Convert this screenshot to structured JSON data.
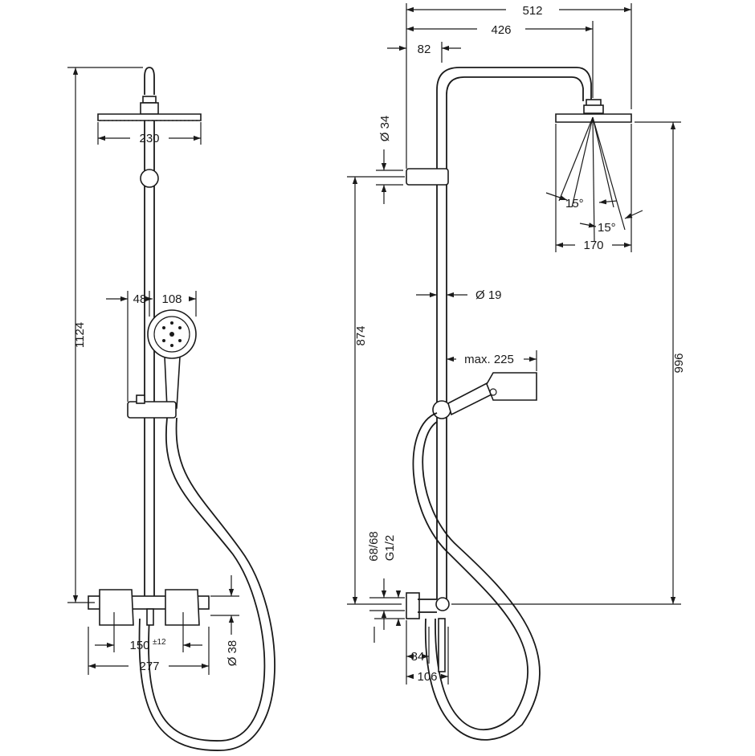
{
  "front_view": {
    "dims": {
      "total_height": "1124",
      "head_diameter": "230",
      "holder_offset": "48",
      "handshower_head": "108",
      "spacing": "150",
      "spacing_tolerance": "±12",
      "mixer_width": "277",
      "outlet": "Ø 38"
    }
  },
  "side_view": {
    "dims": {
      "arm_total": "512",
      "arm_reach": "426",
      "wall_clearance": "82",
      "holder_diameter": "Ø 34",
      "riser_height": "874",
      "riser_diameter": "Ø 19",
      "hose_reach": "max. 225",
      "spray_angle_1": "15°",
      "spray_angle_2": "15°",
      "spray_width": "170",
      "head_height": "996",
      "connection_1": "68/68",
      "connection_2": "G1/2",
      "depth_1": "84",
      "depth_2": "106"
    }
  }
}
